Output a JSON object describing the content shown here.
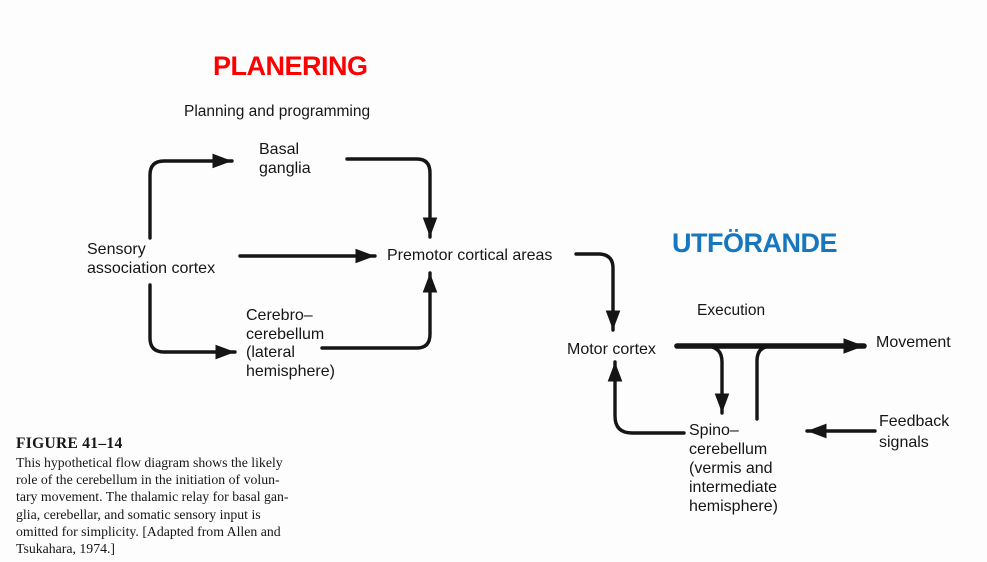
{
  "headings": {
    "planning": {
      "label": "PLANERING",
      "color": "#fe0000"
    },
    "execution": {
      "label": "UTFÖRANDE",
      "color": "#1777be"
    }
  },
  "diagram": {
    "planning_subtitle": "Planning and programming",
    "execution_subtitle": "Execution",
    "nodes": {
      "basal_ganglia": "Basal\nganglia",
      "sensory_association_cortex": "Sensory\nassociation cortex",
      "premotor_cortical_areas": "Premotor cortical areas",
      "cerebro_cerebellum": "Cerebro–\ncerebellum\n(lateral\nhemisphere)",
      "motor_cortex": "Motor cortex",
      "movement": "Movement",
      "spino_cerebellum": "Spino–\ncerebellum\n(vermis and\nintermediate\nhemisphere)",
      "feedback_signals": "Feedback\nsignals"
    },
    "edges": [
      {
        "from": "sensory_association_cortex",
        "to": "basal_ganglia"
      },
      {
        "from": "sensory_association_cortex",
        "to": "premotor_cortical_areas"
      },
      {
        "from": "sensory_association_cortex",
        "to": "cerebro_cerebellum"
      },
      {
        "from": "basal_ganglia",
        "to": "premotor_cortical_areas"
      },
      {
        "from": "cerebro_cerebellum",
        "to": "premotor_cortical_areas"
      },
      {
        "from": "premotor_cortical_areas",
        "to": "motor_cortex"
      },
      {
        "from": "motor_cortex",
        "to": "movement"
      },
      {
        "from": "motor_cortex",
        "to": "spino_cerebellum"
      },
      {
        "from": "spino_cerebellum",
        "to": "movement"
      },
      {
        "from": "spino_cerebellum",
        "to": "motor_cortex"
      },
      {
        "from": "feedback_signals",
        "to": "spino_cerebellum"
      }
    ],
    "line_color": "#151515"
  },
  "caption": {
    "figure_label": "FIGURE  41–14",
    "text": "This hypothetical flow diagram shows the likely\nrole of the cerebellum in the initiation of volun-\ntary movement. The thalamic relay for basal gan-\nglia, cerebellar, and somatic sensory input is\nomitted for simplicity. [Adapted from Allen and\nTsukahara, 1974.]"
  }
}
